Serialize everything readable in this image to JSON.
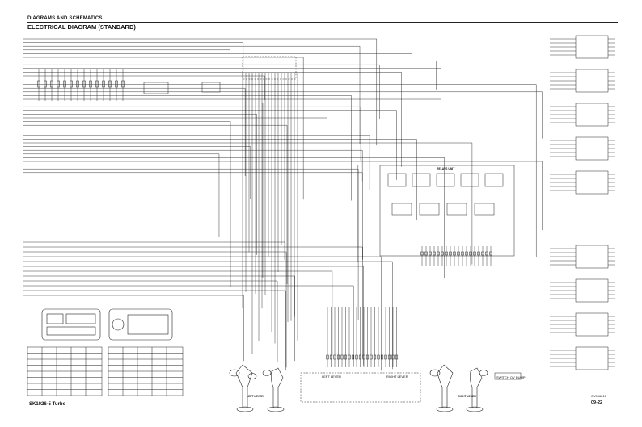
{
  "header": {
    "section": "DIAGRAMS AND SCHEMATICS",
    "title": "ELECTRICAL DIAGRAM (STANDARD)"
  },
  "labels": {
    "relays_unit": "RELAYS UNIT",
    "left_lever_top": "LEFT LEVER",
    "right_lever_top": "RIGHT LEVER",
    "left_lever": "LEFT LEVER",
    "right_lever": "RIGHT LEVER",
    "switch_or_dump": "SWITCH OV DUMP"
  },
  "footer": {
    "model": "SK1026-5 Turbo",
    "code": "CV006210",
    "page": "09-22"
  }
}
